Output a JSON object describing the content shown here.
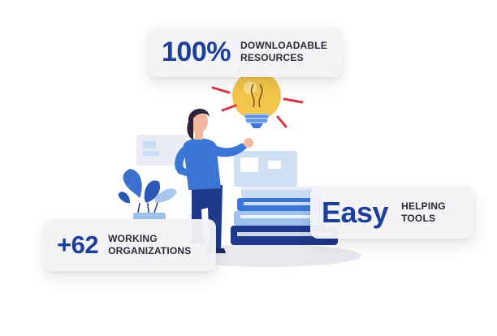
{
  "cards": {
    "downloadable": {
      "stat": "100%",
      "label_line1": "DOWNLOADABLE",
      "label_line2": "RESOURCES"
    },
    "helping": {
      "stat": "Easy",
      "label_line1": "HELPING",
      "label_line2": "TOOLS"
    },
    "working": {
      "stat": "+62",
      "label_line1": "WORKING",
      "label_line2": "ORGANIZATIONS"
    }
  },
  "colors": {
    "brand_blue": "#1b3f9b",
    "shirt_blue": "#3b76d6",
    "bulb_yellow": "#f2c64a",
    "accent_red": "#d8344a"
  },
  "icons": [
    "lightbulb-icon",
    "plant-icon",
    "book-stack-icon"
  ]
}
